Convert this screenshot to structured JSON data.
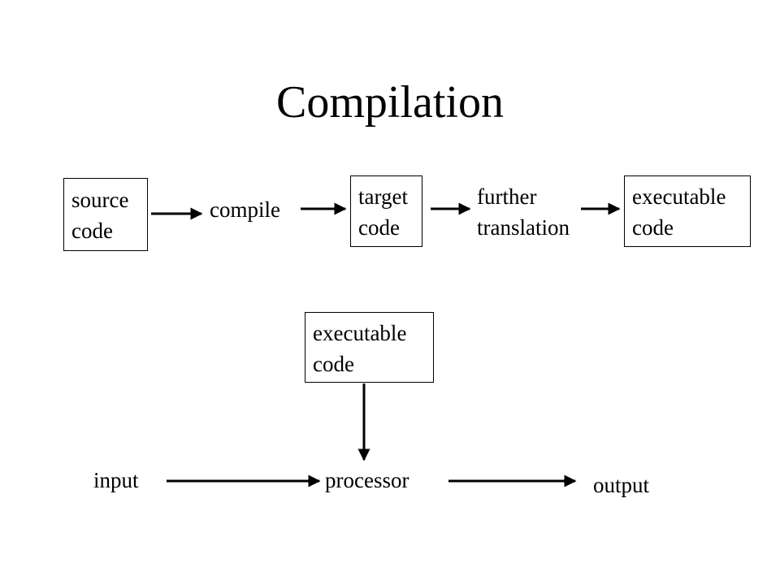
{
  "title": "Compilation",
  "top_row": {
    "source_box": {
      "line1": "source",
      "line2": "code"
    },
    "compile_label": "compile",
    "target_box": {
      "line1": "target",
      "line2": "code"
    },
    "further_label": {
      "line1": "further",
      "line2": "translation"
    },
    "executable_box": {
      "line1": "executable",
      "line2": "code"
    }
  },
  "bottom_row": {
    "executable_box": {
      "line1": "executable",
      "line2": "code"
    },
    "input_label": "input",
    "processor_label": "processor",
    "output_label": "output"
  },
  "colors": {
    "stroke": "#000000",
    "background": "#ffffff"
  }
}
